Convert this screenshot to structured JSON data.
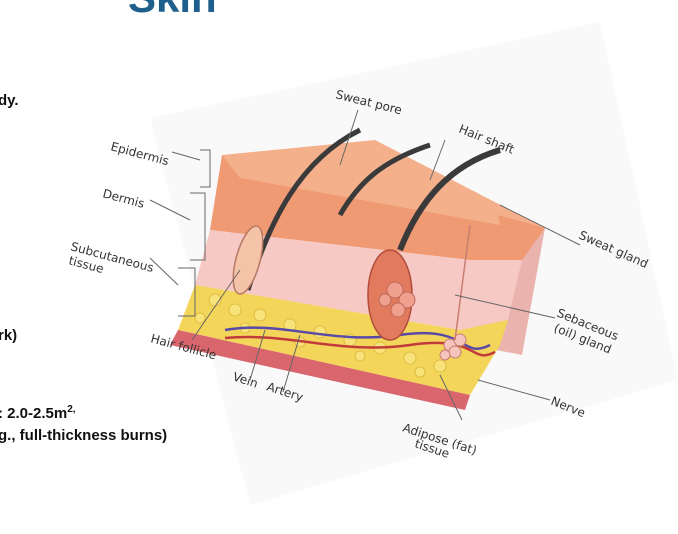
{
  "slide": {
    "title": "Skin",
    "text_fragments": {
      "line1": "dy.",
      "line2": "rk)",
      "line3_prefix": ": 2.0-2.5m",
      "line3_sup": "2,",
      "line4": "g., full-thickness burns)"
    }
  },
  "diagram": {
    "labels": {
      "sweat_pore": "Sweat pore",
      "hair_shaft": "Hair shaft",
      "epidermis": "Epidermis",
      "dermis": "Dermis",
      "subcutaneous_1": "Subcutaneous",
      "subcutaneous_2": "tissue",
      "sweat_gland": "Sweat gland",
      "sebaceous_1": "Sebaceous",
      "sebaceous_2": "(oil) gland",
      "hair_follicle": "Hair follicle",
      "vein": "Vein",
      "artery": "Artery",
      "nerve": "Nerve",
      "adipose_1": "Adipose (fat)",
      "adipose_2": "tissue"
    },
    "colors": {
      "epidermis": "#f2a07c",
      "dermis": "#f6c9c4",
      "fat": "#f3d55a",
      "muscle": "#d9656d",
      "hair": "#3a3a3a"
    }
  }
}
